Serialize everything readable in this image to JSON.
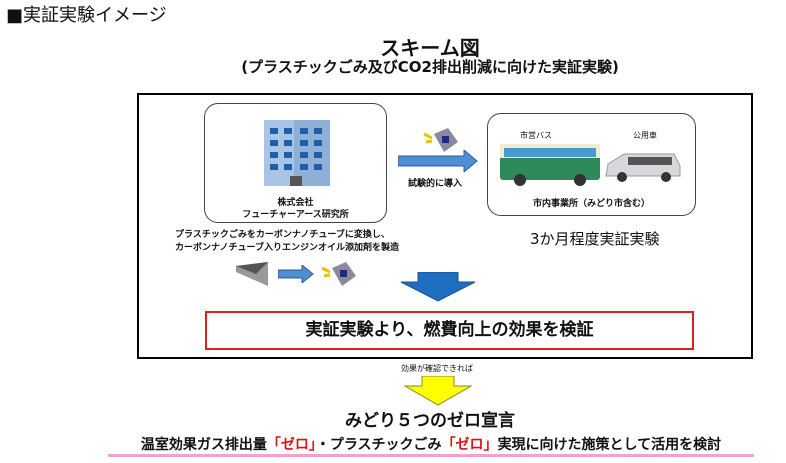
{
  "heading": "■実証実験イメージ",
  "scheme_title": "スキーム図",
  "scheme_subtitle": "(プラスチックごみ及びCO2排出削減に向けた実証実験)",
  "company": {
    "line1": "株式会社",
    "line2": "フューチャーアース研究所"
  },
  "process": {
    "line1": "プラスチックごみをカーボンナノチューブに変換し、",
    "line2": "カーボンナノチューブ入りエンジンオイル添加剤を製造"
  },
  "arrow_label": "試験的に導入",
  "vehicles": {
    "bus": "市営バス",
    "car": "公用車",
    "caption": "市内事業所（みどり市含む）"
  },
  "duration": "3か月程度実証実験",
  "verify": "実証実験より、燃費向上の効果を検証",
  "if_effective": "効果が確認できれば",
  "declaration": "みどり５つのゼロ宣言",
  "bottom": {
    "p1": "温室効果ガス排出量",
    "zero1": "「ゼロ」",
    "p2": "・プラスチックごみ",
    "zero2": "「ゼロ」",
    "p3": "実現に向けた施策として活用を検討"
  },
  "colors": {
    "accent_red": "#e02020",
    "arrow_blue": "#1f6fc0",
    "arrow_yellow": "#ffff00",
    "underline_pink": "#f4a0d0"
  }
}
